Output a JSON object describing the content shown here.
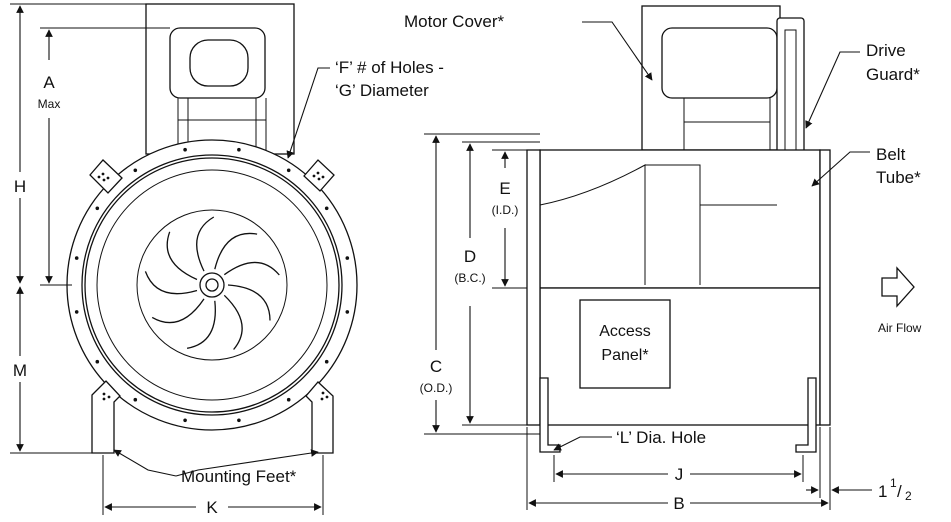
{
  "labels": {
    "a": "A",
    "a_max": "Max",
    "h": "H",
    "m": "M",
    "k": "K",
    "f_holes_line1": "‘F’ # of Holes -",
    "f_holes_line2": "‘G’ Diameter",
    "mounting_feet": "Mounting Feet*",
    "motor_cover": "Motor Cover*",
    "drive_guard_line1": "Drive",
    "drive_guard_line2": "Guard*",
    "belt_tube_line1": "Belt",
    "belt_tube_line2": "Tube*",
    "e": "E",
    "e_id": "(I.D.)",
    "d": "D",
    "d_bc": "(B.C.)",
    "c": "C",
    "c_od": "(O.D.)",
    "access_panel_line1": "Access",
    "access_panel_line2": "Panel*",
    "l_hole": "‘L’ Dia. Hole",
    "j": "J",
    "b": "B",
    "flange_whole": "1",
    "flange_num": "1",
    "flange_den": "2",
    "air_flow": "Air Flow"
  },
  "icons": {
    "arrow": "air-flow-arrow-icon"
  }
}
